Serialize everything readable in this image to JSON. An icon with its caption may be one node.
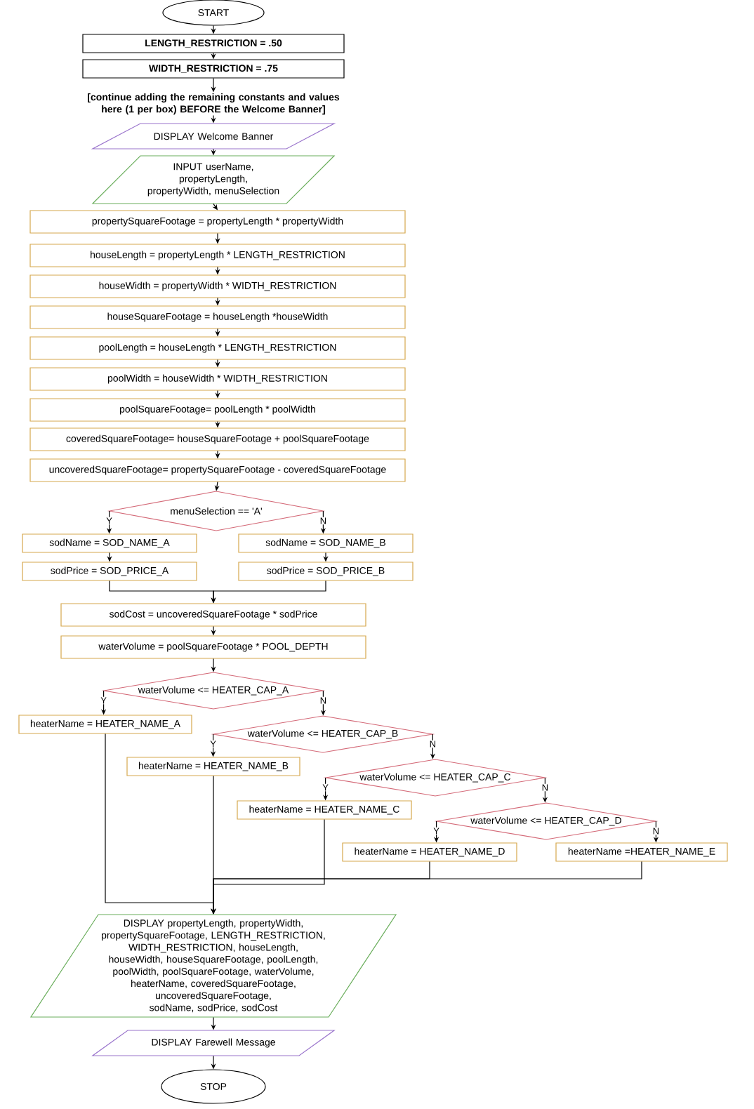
{
  "diagram": {
    "nodes": [
      {
        "text": [
          "START"
        ]
      },
      {
        "text": [
          "LENGTH_RESTRICTION = .50"
        ]
      },
      {
        "text": [
          "WIDTH_RESTRICTION = .75"
        ]
      },
      {
        "text": [
          "[continue adding the remaining constants and values here (1 per box) BEFORE the Welcome Banner]"
        ]
      },
      {
        "text": [
          "DISPLAY Welcome Banner"
        ]
      },
      {
        "text": [
          "INPUT userName, propertyLength, propertyWidth, menuSelection"
        ]
      },
      {
        "text": [
          "propertySquareFootage = propertyLength * propertyWidth"
        ]
      },
      {
        "text": [
          "houseLength = propertyLength * LENGTH_RESTRICTION"
        ]
      },
      {
        "text": [
          "houseWidth = propertyWidth * WIDTH_RESTRICTION"
        ]
      },
      {
        "text": [
          "houseSquareFootage = houseLength *houseWidth"
        ]
      },
      {
        "text": [
          "poolLength = houseLength * LENGTH_RESTRICTION"
        ]
      },
      {
        "text": [
          "poolWidth = houseWidth * WIDTH_RESTRICTION"
        ]
      },
      {
        "text": [
          "poolSquareFootage= poolLength * poolWidth"
        ]
      },
      {
        "text": [
          "coveredSquareFootage= houseSquareFootage + poolSquareFootage"
        ]
      },
      {
        "text": [
          "uncoveredSquareFootage= propertySquareFootage - coveredSquareFootage"
        ]
      },
      {
        "text": [
          "menuSelection == 'A'"
        ]
      },
      {
        "text": [
          "sodName = SOD_NAME_A"
        ]
      },
      {
        "text": [
          "sodName = SOD_NAME_B"
        ]
      },
      {
        "text": [
          "sodPrice = SOD_PRICE_A"
        ]
      },
      {
        "text": [
          "sodPrice = SOD_PRICE_B"
        ]
      },
      {
        "text": [
          "sodCost = uncoveredSquareFootage * sodPrice"
        ]
      },
      {
        "text": [
          "waterVolume = poolSquareFootage * POOL_DEPTH"
        ]
      },
      {
        "text": [
          "waterVolume <= HEATER_CAP_A"
        ]
      },
      {
        "text": [
          "heaterName = HEATER_NAME_A"
        ]
      },
      {
        "text": [
          "waterVolume <= HEATER_CAP_B"
        ]
      },
      {
        "text": [
          "heaterName = HEATER_NAME_B"
        ]
      },
      {
        "text": [
          "waterVolume <= HEATER_CAP_C"
        ]
      },
      {
        "text": [
          "heaterName = HEATER_NAME_C"
        ]
      },
      {
        "text": [
          "waterVolume <= HEATER_CAP_D"
        ]
      },
      {
        "text": [
          "heaterName = HEATER_NAME_D"
        ]
      },
      {
        "text": [
          "heaterName =HEATER_NAME_E"
        ]
      },
      {
        "text": [
          "DISPLAY propertyLength, propertyWidth, propertySquareFootage, LENGTH_RESTRICTION, WIDTH_RESTRICTION, houseLength, houseWidth, houseSquareFootage, poolLength, poolWidth, poolSquareFootage, waterVolume, heaterName, coveredSquareFootage, uncoveredSquareFootage, sodName, sodPrice, sodCost"
        ]
      },
      {
        "text": [
          "DISPLAY Farewell Message"
        ]
      },
      {
        "text": [
          "STOP"
        ]
      }
    ],
    "edges": [
      {
        "from": 0,
        "to": 1,
        "arrow": "to"
      },
      {
        "from": 1,
        "to": 2,
        "arrow": "to"
      },
      {
        "from": 2,
        "to": 3,
        "arrow": "to"
      },
      {
        "from": 3,
        "to": 4,
        "arrow": "to"
      },
      {
        "from": 4,
        "to": 5,
        "arrow": "to"
      },
      {
        "from": 5,
        "to": 6,
        "arrow": "to"
      },
      {
        "from": 6,
        "to": 7,
        "arrow": "to"
      },
      {
        "from": 7,
        "to": 8,
        "arrow": "to"
      },
      {
        "from": 8,
        "to": 9,
        "arrow": "to"
      },
      {
        "from": 9,
        "to": 10,
        "arrow": "to"
      },
      {
        "from": 10,
        "to": 11,
        "arrow": "to"
      },
      {
        "from": 11,
        "to": 12,
        "arrow": "to"
      },
      {
        "from": 12,
        "to": 13,
        "arrow": "to"
      },
      {
        "from": 13,
        "to": 14,
        "arrow": "to"
      },
      {
        "from": 14,
        "to": 15,
        "arrow": "to"
      },
      {
        "from": 15,
        "to": 16,
        "arrow": "to",
        "label": "Y"
      },
      {
        "from": 15,
        "to": 17,
        "arrow": "to",
        "label": "N"
      },
      {
        "from": 16,
        "to": 18,
        "arrow": "to"
      },
      {
        "from": 17,
        "to": 19,
        "arrow": "to"
      },
      {
        "from": 18,
        "to": 20,
        "arrow": "to"
      },
      {
        "from": 19,
        "to": 20,
        "arrow": "to"
      },
      {
        "from": 20,
        "to": 21,
        "arrow": "to"
      },
      {
        "from": 21,
        "to": 22,
        "arrow": "to"
      },
      {
        "from": 22,
        "to": 23,
        "arrow": "to",
        "label": "Y"
      },
      {
        "from": 22,
        "to": 24,
        "arrow": "to",
        "label": "N"
      },
      {
        "from": 24,
        "to": 25,
        "arrow": "to",
        "label": "Y"
      },
      {
        "from": 24,
        "to": 26,
        "arrow": "to",
        "label": "N"
      },
      {
        "from": 26,
        "to": 27,
        "arrow": "to",
        "label": "Y"
      },
      {
        "from": 26,
        "to": 28,
        "arrow": "to",
        "label": "N"
      },
      {
        "from": 28,
        "to": 29,
        "arrow": "to",
        "label": "Y"
      },
      {
        "from": 28,
        "to": 30,
        "arrow": "to",
        "label": "N"
      },
      {
        "from": 23,
        "to": 31,
        "arrow": "to"
      },
      {
        "from": 25,
        "to": 31,
        "arrow": "to"
      },
      {
        "from": 27,
        "to": 31,
        "arrow": "to"
      },
      {
        "from": 29,
        "to": 31,
        "arrow": "to"
      },
      {
        "from": 30,
        "to": 31,
        "arrow": "to"
      },
      {
        "from": 31,
        "to": 32,
        "arrow": "to"
      },
      {
        "from": 32,
        "to": 33,
        "arrow": "to"
      }
    ]
  }
}
